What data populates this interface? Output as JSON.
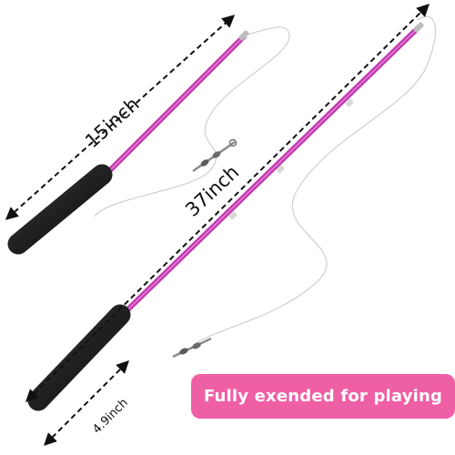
{
  "annotations": {
    "short_length": "15inch",
    "extended_length": "37inch",
    "handle_length": "4.9inch"
  },
  "banner": {
    "text": "Fully exended for playing"
  },
  "colors": {
    "rod": "#c23ab0",
    "handle": "#1f1f1f",
    "banner": "#ef5fa6",
    "banner_text": "#ffffff",
    "wire": "#cfcfcf",
    "dimension_line": "#111111"
  }
}
